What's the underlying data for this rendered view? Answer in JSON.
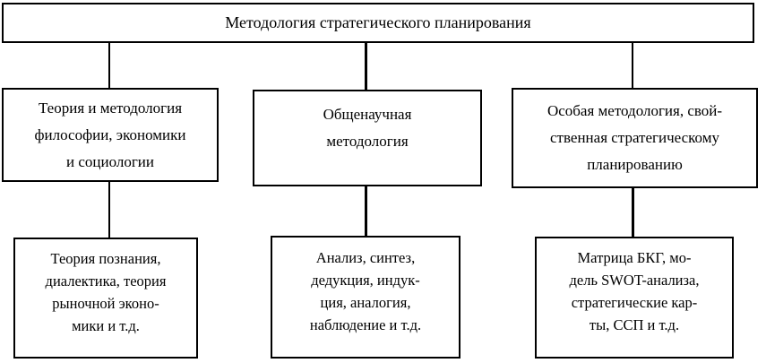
{
  "diagram": {
    "title": "Методология стратегического планирования",
    "colors": {
      "line": "#000000",
      "background": "#ffffff"
    },
    "level2": [
      {
        "id": "philosophy",
        "text": "Теория и методология\nфилософии, экономики\nи социологии"
      },
      {
        "id": "general-science",
        "text": "Общенаучная\nметодология"
      },
      {
        "id": "special",
        "text": "Особая методология, свой-\nственная стратегическому\nпланированию"
      }
    ],
    "level3": [
      {
        "id": "philosophy-examples",
        "text": "Теория познания,\nдиалектика, теория\nрыночной эконо-\nмики и т.д."
      },
      {
        "id": "general-science-examples",
        "text": "Анализ, синтез,\nдедукция, индук-\nция, аналогия,\nнаблюдение и т.д."
      },
      {
        "id": "special-examples",
        "text": "Матрица БКГ, мо-\nдель SWOT-анализа,\nстратегические кар-\nты, ССП и т.д."
      }
    ]
  }
}
